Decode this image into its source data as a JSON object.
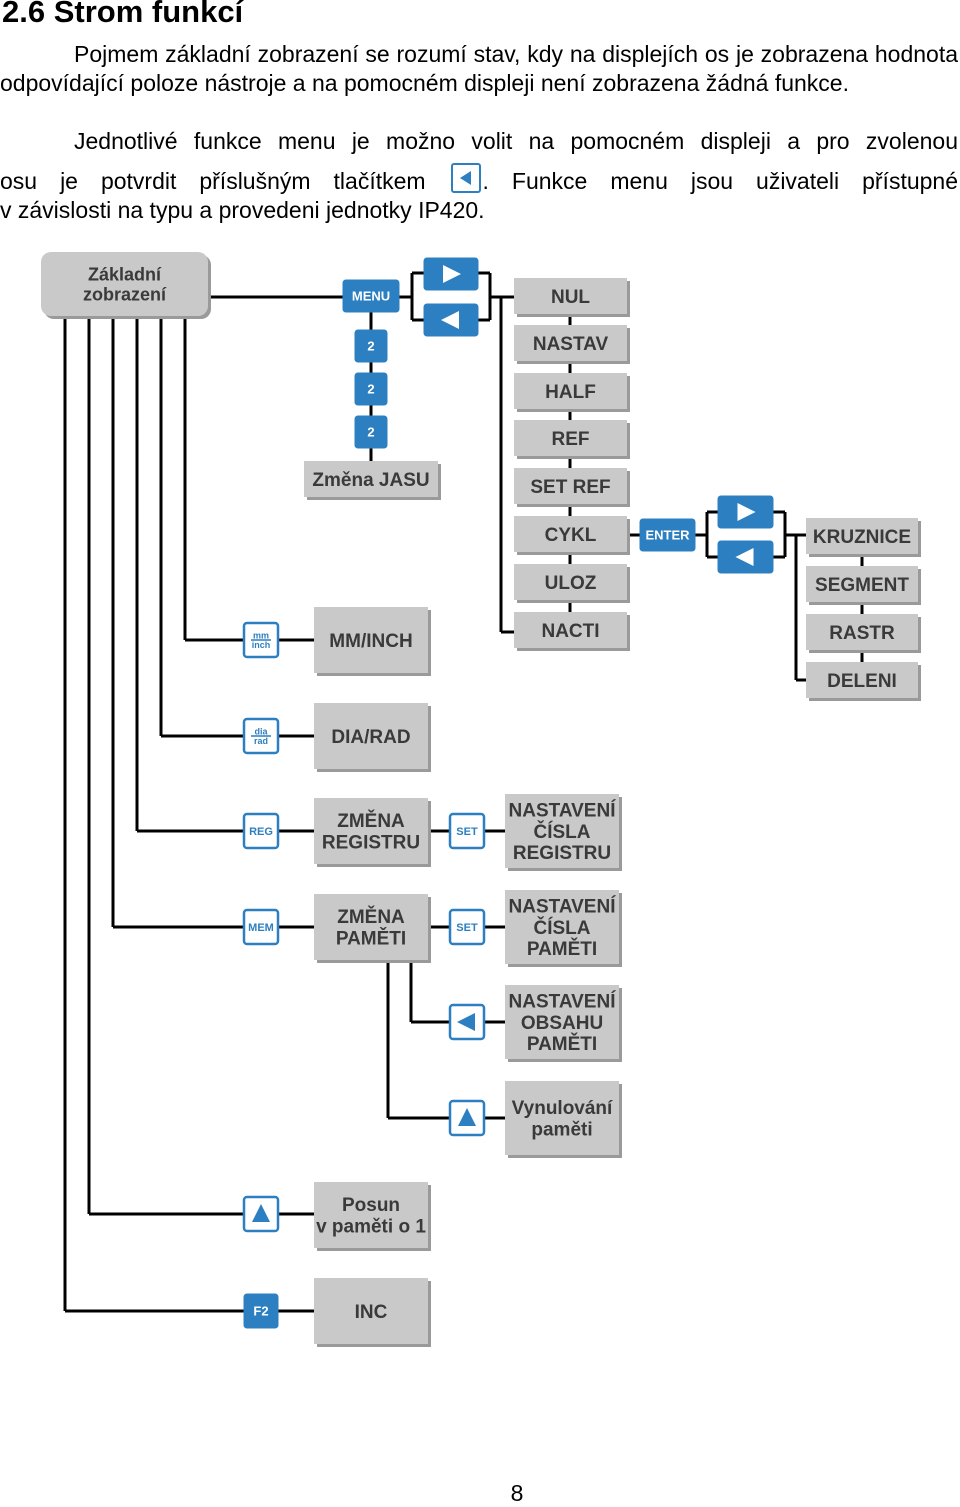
{
  "section": {
    "heading": "2.6 Strom funkcí",
    "paragraph1": "Pojmem základní zobrazení se rozumí stav, kdy na displejích os je zobrazena hodnota odpovídající poloze nástroje a na pomocném displeji není zobrazena žádná funkce.",
    "paragraph2_line1": "Jednotlivé funkce menu je možno volit na pomocném displeji a pro zvolenou",
    "paragraph2_before_key": "osu je potvrdit příslušným tlačítkem",
    "paragraph2_after_key": ". Funkce menu jsou uživateli přístupné",
    "paragraph2_line3": "v závislosti na typu a provedeni jednotky IP420."
  },
  "inline_key_icon": "left-arrow-key-icon",
  "diagram": {
    "root": [
      "Základní",
      "zobrazení"
    ],
    "menu_key": "MENU",
    "brightness_keys": [
      "2",
      "2",
      "2"
    ],
    "brightness_box": "Změna JASU",
    "menu_items": [
      "NUL",
      "NASTAV",
      "HALF",
      "REF",
      "SET REF",
      "CYKL",
      "ULOZ",
      "NACTI"
    ],
    "enter_key": "ENTER",
    "cycle_items": [
      "KRUZNICE",
      "SEGMENT",
      "RASTR",
      "DELENI"
    ],
    "mm_key": [
      "mm",
      "inch"
    ],
    "mm_box": "MM/INCH",
    "dia_key": [
      "dia",
      "rad"
    ],
    "dia_box": "DIA/RAD",
    "reg_key": "REG",
    "reg_box": [
      "ZMĚNA",
      "REGISTRU"
    ],
    "set_key": "SET",
    "reg_result": [
      "NASTAVENÍ",
      "ČÍSLA",
      "REGISTRU"
    ],
    "mem_key": "MEM",
    "mem_box": [
      "ZMĚNA",
      "PAMĚTI"
    ],
    "mem_result": [
      "NASTAVENÍ",
      "ČÍSLA",
      "PAMĚTI"
    ],
    "mem_content": [
      "NASTAVENÍ",
      "OBSAHU",
      "PAMĚTI"
    ],
    "mem_reset": [
      "Vynulování",
      "paměti"
    ],
    "shift_box": [
      "Posun",
      "v paměti o 1"
    ],
    "f2_key": "F2",
    "inc_box": "INC"
  },
  "page_number": "8",
  "colors": {
    "box_fill": "#c9c9c9",
    "box_text": "#3a3a3a",
    "key_blue": "#2c7fc0",
    "line": "#000000"
  }
}
